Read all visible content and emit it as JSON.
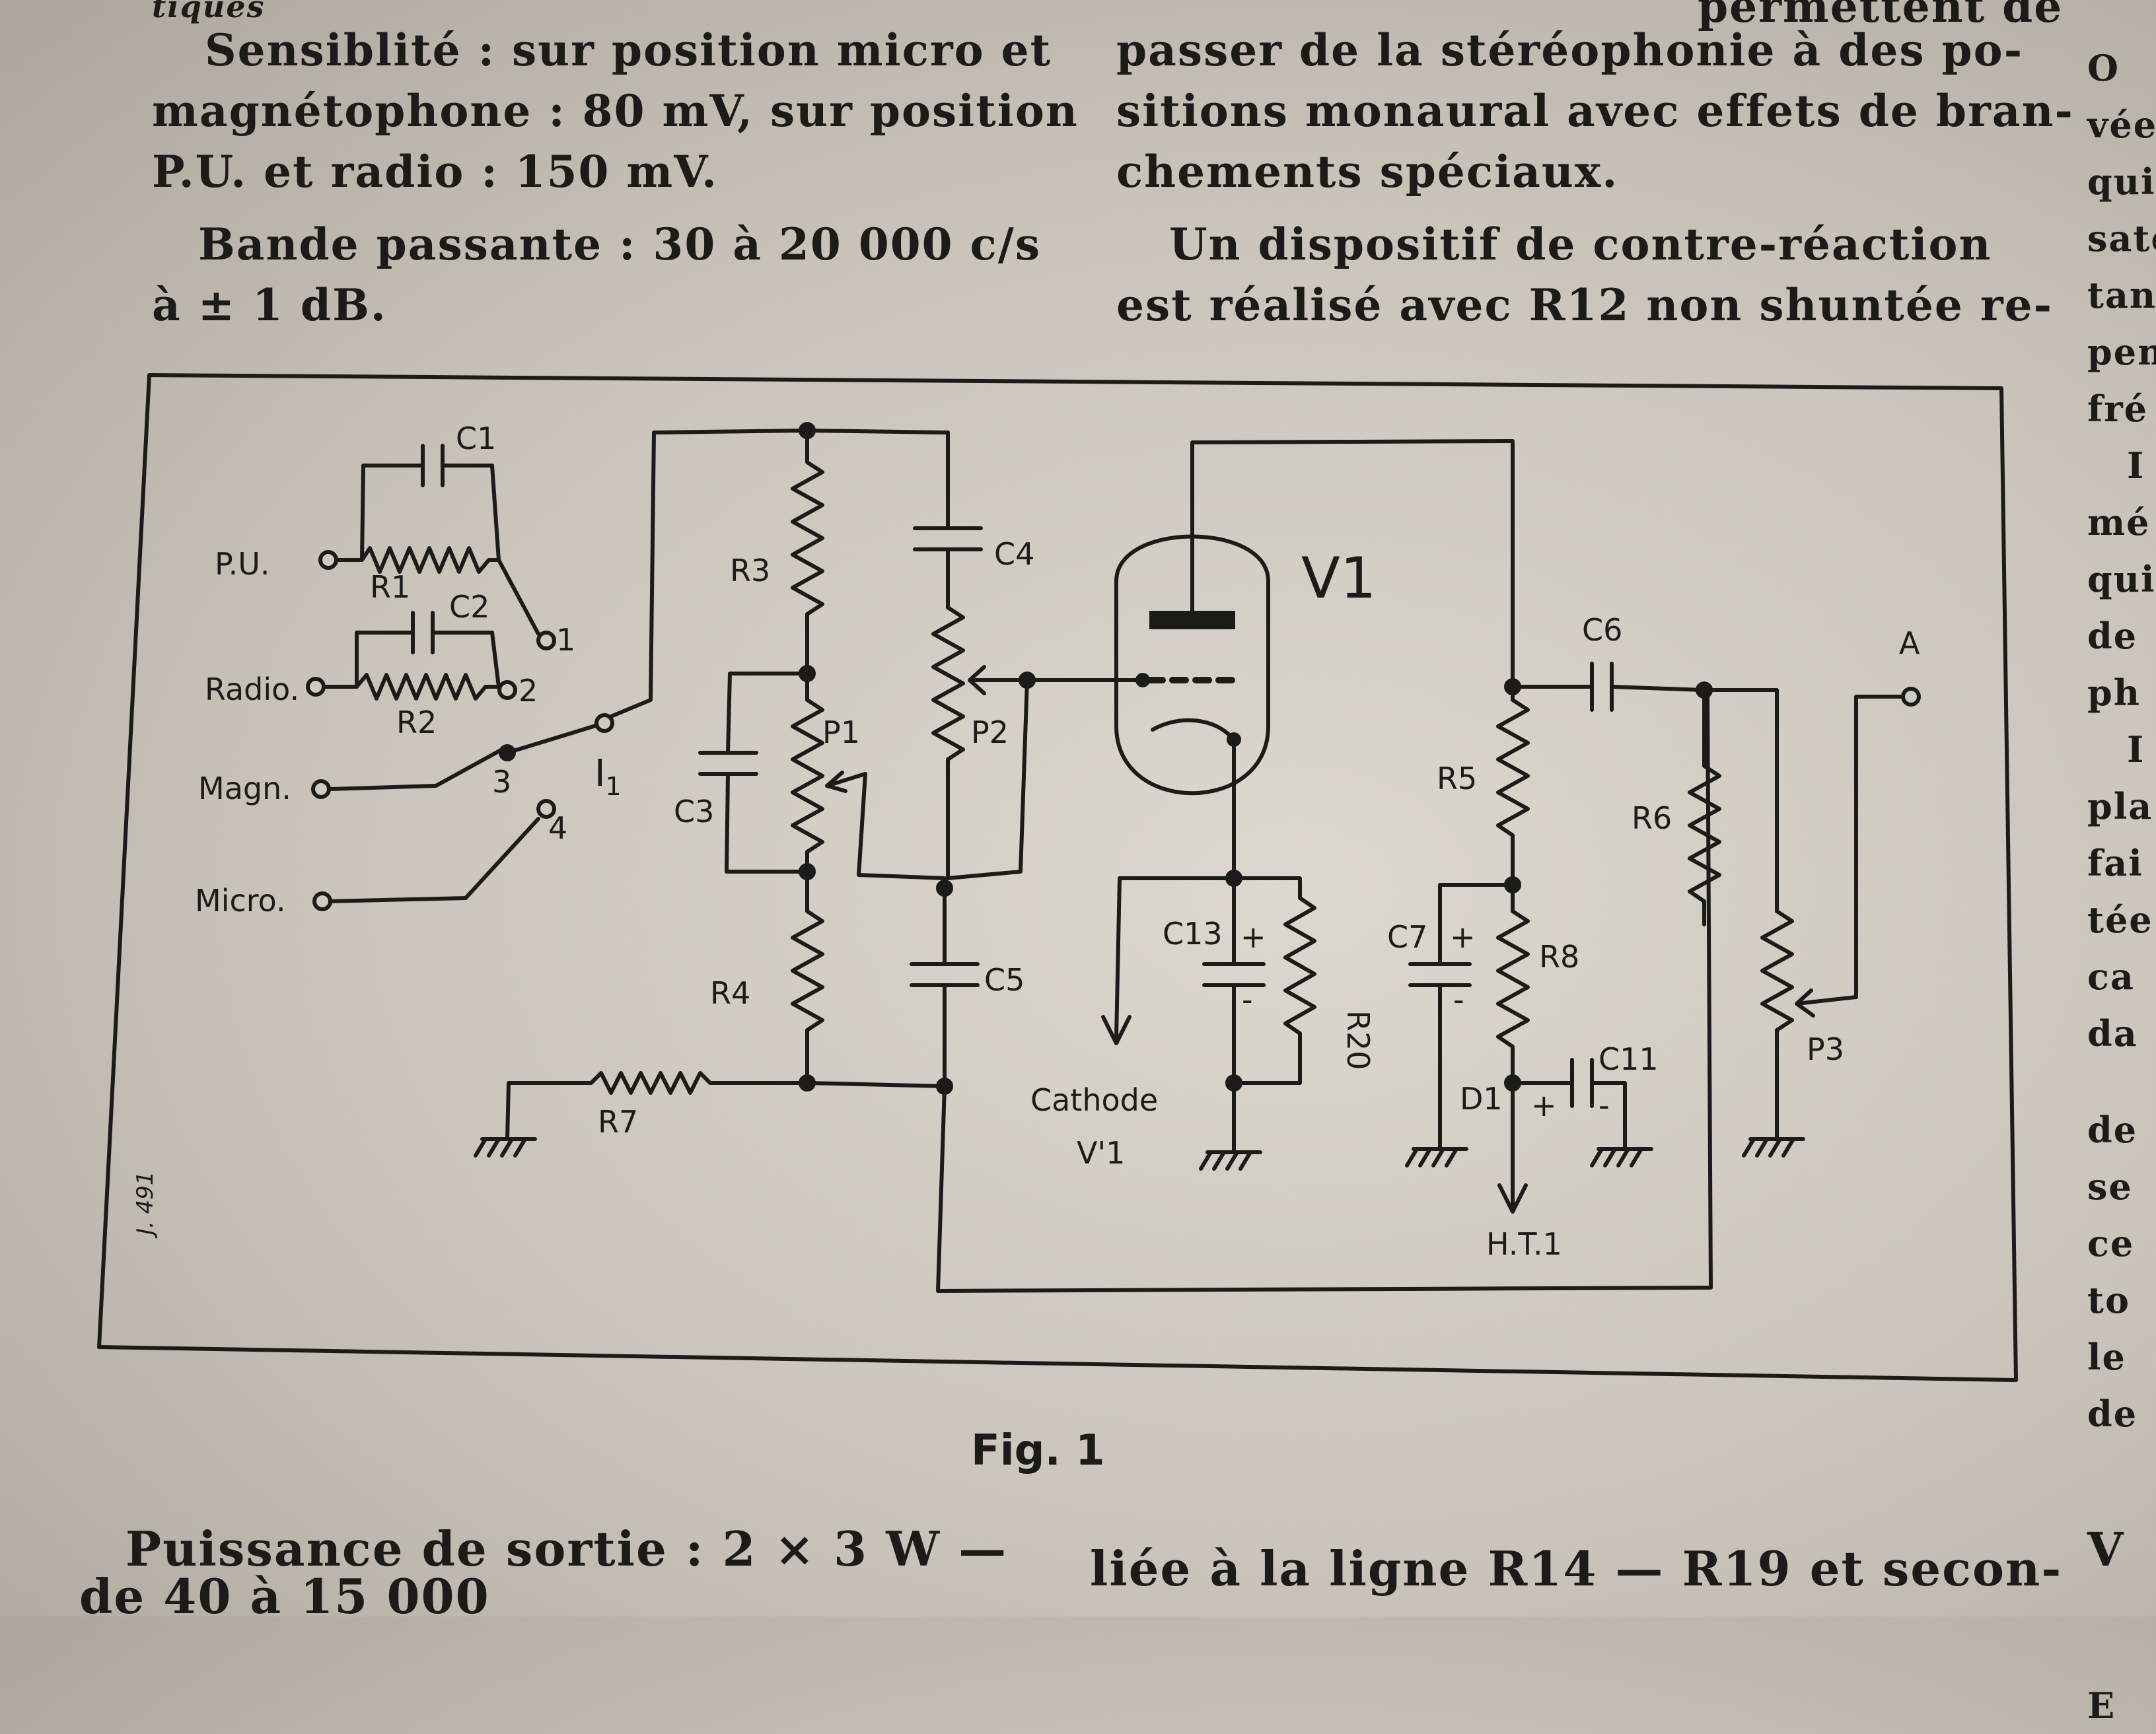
{
  "text": {
    "left_column": [
      "tiques",
      "Sensiblité : sur position micro et",
      "magnétophone : 80 mV, sur position",
      "P.U. et radio : 150 mV.",
      "Bande passante : 30 à 20 000 c/s",
      "à ± 1 dB."
    ],
    "right_column": [
      "permettent de",
      "passer de la stéréophonie à des po-",
      "sitions monaural avec effets de bran-",
      "chements spéciaux.",
      "Un dispositif de contre-réaction",
      "est réalisé avec R12 non shuntée re-"
    ],
    "edge_column": [
      "O",
      "vée",
      "qui",
      "sate",
      "tan",
      "pen",
      "fré",
      "I",
      "mé",
      "qui",
      "de",
      "ph",
      "I",
      "pla",
      "fai",
      "tée",
      "ca",
      "da",
      "de",
      "se",
      "ce",
      "to",
      "le",
      "de",
      "V",
      "E"
    ],
    "bottom_left": [
      "Puissance de sortie : 2 × 3 W —",
      "de 40 à 15 000"
    ],
    "bottom_right": [
      "liée à la ligne R14 — R19 et secon-"
    ],
    "figure_caption": "Fig. 1",
    "figure_code": "J. 491"
  },
  "schematic": {
    "inputs": [
      "P.U.",
      "Radio.",
      "Magn.",
      "Micro."
    ],
    "switch": {
      "label": "I",
      "subscript": "1",
      "positions": [
        "1",
        "2",
        "3",
        "4"
      ]
    },
    "tube": "V1",
    "components": {
      "C1": "C1",
      "C2": "C2",
      "C3": "C3",
      "C4": "C4",
      "C5": "C5",
      "C6": "C6",
      "C7": "C7",
      "C11": "C11",
      "C13": "C13",
      "R1": "R1",
      "R2": "R2",
      "R3": "R3",
      "R4": "R4",
      "R5": "R5",
      "R6": "R6",
      "R7": "R7",
      "R8": "R8",
      "R20": "R20",
      "P1": "P1",
      "P2": "P2",
      "P3": "P3",
      "D1": "D1"
    },
    "cathode": [
      "Cathode",
      "V'1"
    ],
    "ht": "H.T.1",
    "output": "A",
    "plus": "+",
    "minus": "-"
  }
}
